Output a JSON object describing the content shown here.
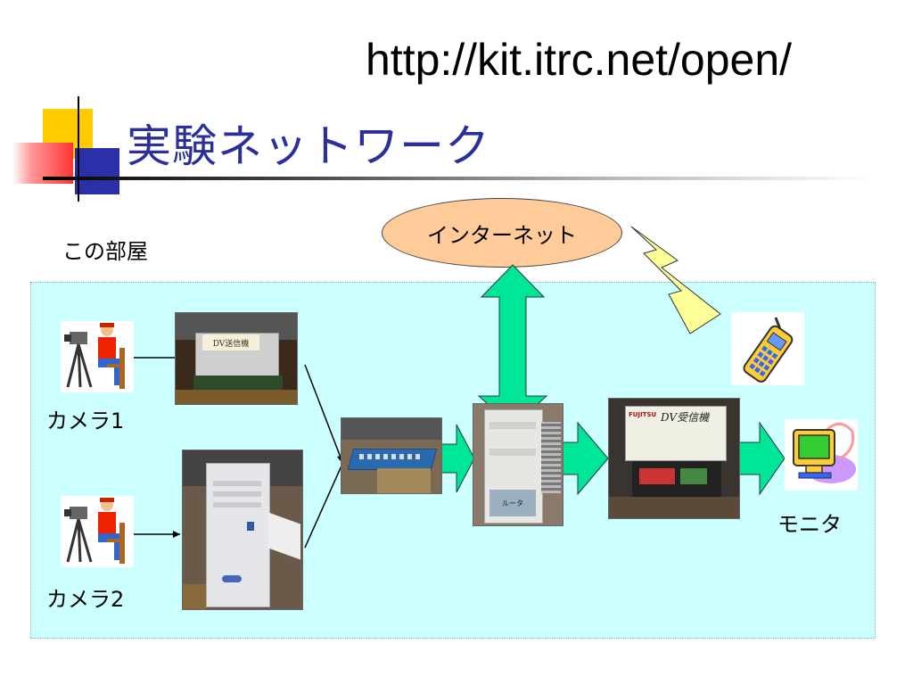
{
  "header": {
    "url": "http://kit.itrc.net/open/",
    "title": "実験ネットワーク"
  },
  "diagram": {
    "room_label": "この部屋",
    "internet_label": "インターネット",
    "camera1_label": "カメラ1",
    "camera2_label": "カメラ2",
    "monitor_label": "モニタ",
    "dv_sender_text": "DV送信機",
    "router_text": "ルータ",
    "dv_receiver_brand": "FUJITSU",
    "dv_receiver_text": "DV受信機"
  },
  "colors": {
    "title": "#2b2f9a",
    "panel_bg": "#ccffff",
    "internet_fill": "#ffcc99",
    "arrow_green": "#00e699",
    "lightning": "#ffff99"
  }
}
